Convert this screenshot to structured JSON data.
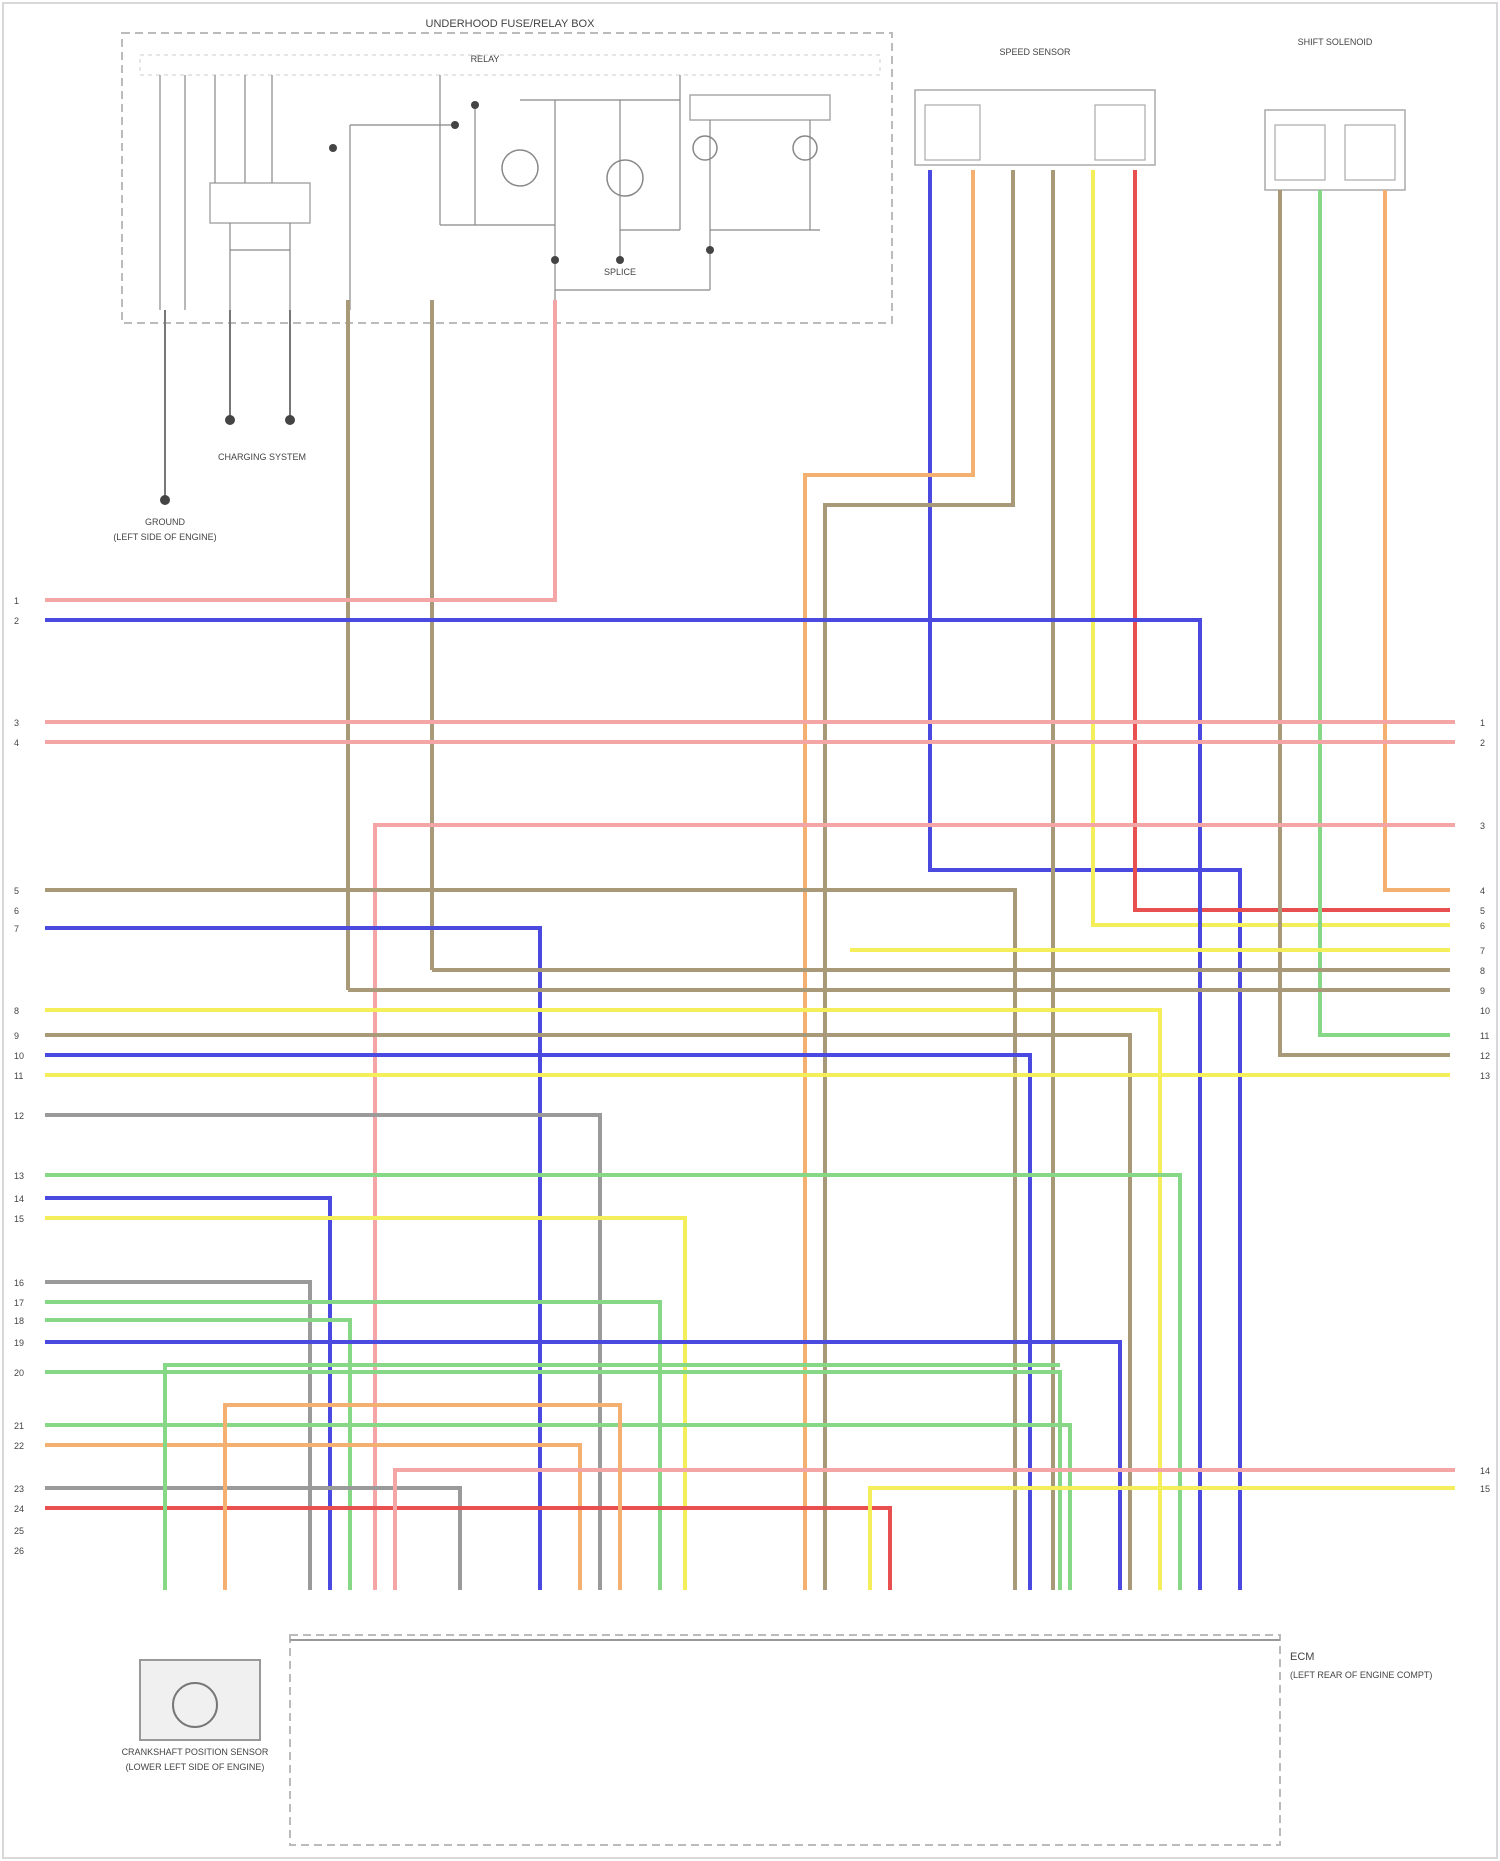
{
  "diagram": {
    "title": "",
    "components": {
      "junction_block": "UNDERHOOD FUSE/RELAY BOX",
      "relay": "RELAY",
      "splice": "SPLICE",
      "speed_sensor": "SPEED SENSOR",
      "shift_solenoid": "SHIFT SOLENOID",
      "ckp": "CRANKSHAFT POSITION SENSOR",
      "ckp_loc": "(LOWER LEFT SIDE OF ENGINE)",
      "ecm": "ECM",
      "ecm_loc": "(LEFT REAR OF ENGINE COMPT)",
      "ground": "GROUND",
      "charging": "CHARGING SYSTEM",
      "ground_loc": "(LEFT SIDE OF ENGINE)",
      "footer": ""
    },
    "wire_colors": {
      "PNK": "#f4a6a6",
      "BLU": "#4a4ae0",
      "GRY": "#9a9a9a",
      "YEL": "#f4ee5a",
      "GRN": "#86d886",
      "ORN": "#f4b070",
      "BRN": "#a89a78",
      "RED": "#e85050"
    },
    "left_pins": [
      "1",
      "2",
      "3",
      "4",
      "5",
      "6",
      "7",
      "8",
      "9",
      "10",
      "11",
      "12",
      "13",
      "14",
      "15",
      "16",
      "17",
      "18",
      "19",
      "20",
      "21",
      "22",
      "23",
      "24",
      "25",
      "26"
    ],
    "right_pins": [
      "1",
      "2",
      "3",
      "4",
      "5",
      "6",
      "7",
      "8",
      "9",
      "10",
      "11",
      "12",
      "13",
      "14",
      "15"
    ]
  }
}
